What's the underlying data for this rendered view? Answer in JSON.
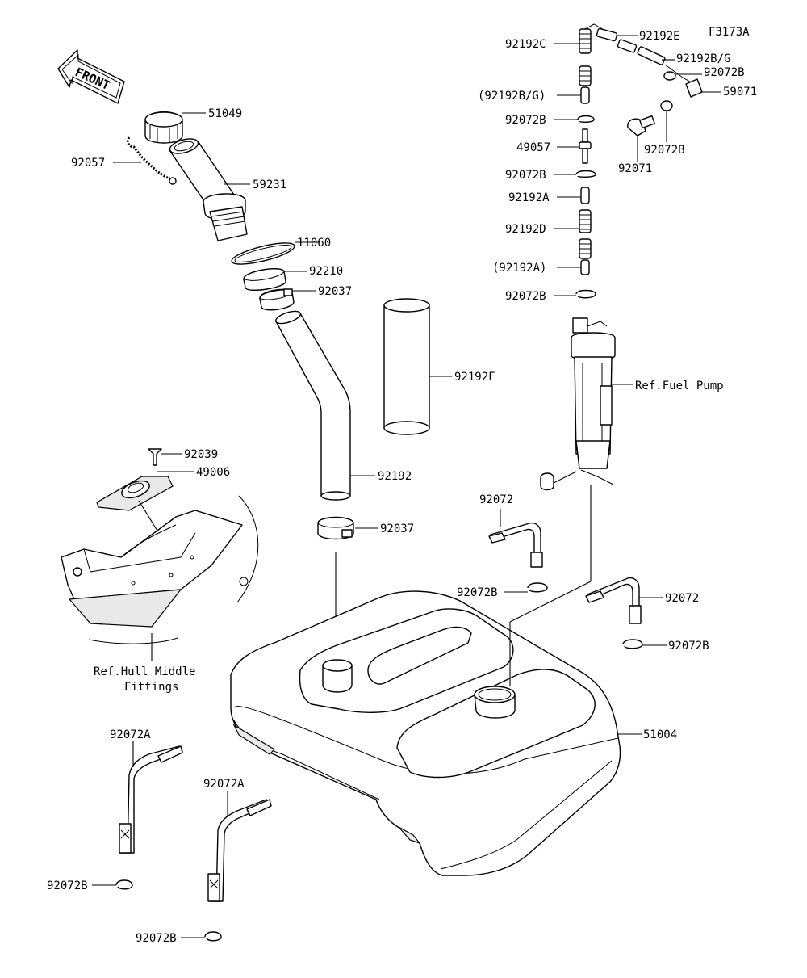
{
  "figure_code": "F3173A",
  "direction_label": "FRONT",
  "callouts": {
    "c51049": "51049",
    "c92057": "92057",
    "c59231": "59231",
    "c11060": "11060",
    "c92210": "92210",
    "c92037a": "92037",
    "c92192F": "92192F",
    "c92192": "92192",
    "c92037b": "92037",
    "c92039": "92039",
    "c49006": "49006",
    "ref_hull_line1": "Ref.Hull Middle",
    "ref_hull_line2": "Fittings",
    "c92072A_1": "92072A",
    "c92072A_2": "92072A",
    "c92072B_left1": "92072B",
    "c92072B_left2": "92072B",
    "c92192C": "92192C",
    "c92192E": "92192E",
    "c92192BG": "92192B/G",
    "c92072B_r1": "92072B",
    "c59071": "59071",
    "c92192BG_paren": "(92192B/G)",
    "c92072B_s1": "92072B",
    "c49057": "49057",
    "c92072B_s2": "92072B",
    "c92192A": "92192A",
    "c92192D": "92192D",
    "c92192A_paren": "(92192A)",
    "c92072B_s3": "92072B",
    "c92071": "92071",
    "c92072B_r2": "92072B",
    "ref_fuel_pump": "Ref.Fuel Pump",
    "c92072_a": "92072",
    "c92072B_mid": "92072B",
    "c92072_b": "92072",
    "c92072B_right": "92072B",
    "c51004": "51004"
  }
}
